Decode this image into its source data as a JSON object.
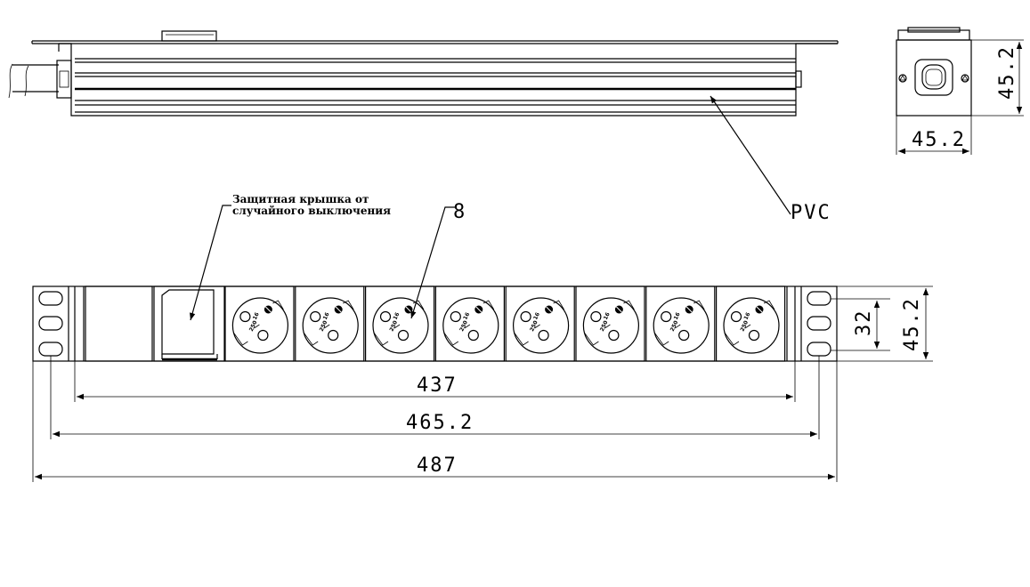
{
  "annotations": {
    "cover_note_line1": "Защитная крышка от",
    "cover_note_line2": "случайного выключения",
    "socket_count": "8",
    "material": "PVC"
  },
  "socket_rating": {
    "top": "16",
    "bottom": "250"
  },
  "dimensions": {
    "inner_length": "437",
    "mount_length": "465.2",
    "total_length": "487",
    "height": "45.2",
    "hole_spacing": "32",
    "side_height": "45.2",
    "side_width": "45.2"
  },
  "colors": {
    "line": "#000000",
    "background": "#ffffff"
  }
}
